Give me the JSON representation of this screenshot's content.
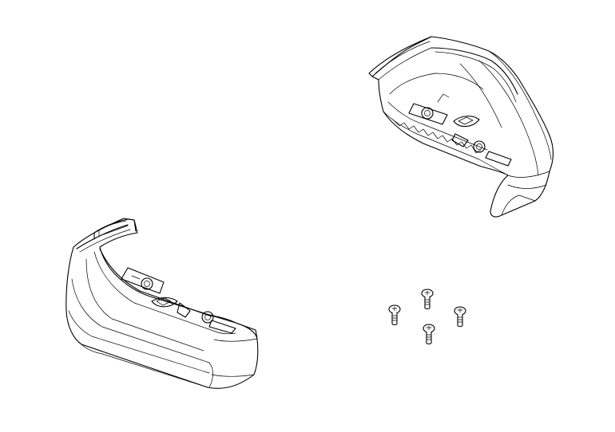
{
  "diagram": {
    "parts": [
      {
        "id": "bumper-left",
        "name": "bumper"
      },
      {
        "id": "bumper-right",
        "name": "bumper"
      },
      {
        "id": "screw-1",
        "name": "screw"
      },
      {
        "id": "screw-2",
        "name": "screw"
      },
      {
        "id": "screw-3",
        "name": "screw"
      },
      {
        "id": "screw-4",
        "name": "screw"
      }
    ],
    "colors": {
      "line": "#000000",
      "background": "#ffffff"
    }
  }
}
